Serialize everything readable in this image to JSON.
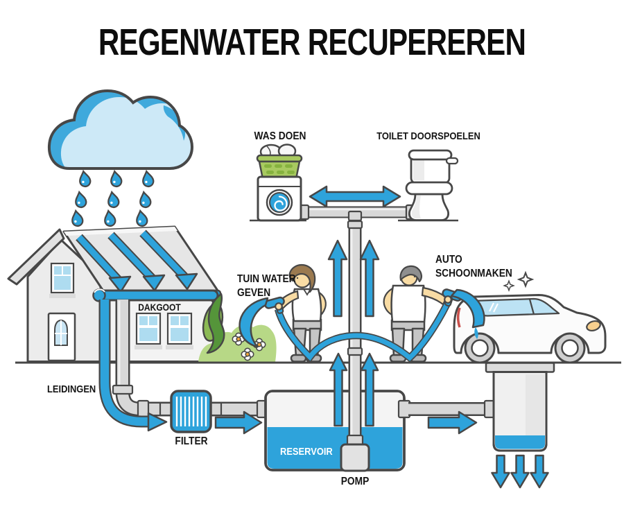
{
  "title": "REGENWATER RECUPEREREN",
  "labels": {
    "was_doen": "WAS DOEN",
    "toilet_doorspoelen": "TOILET DOORSPOELEN",
    "tuin_water_geven": {
      "line1": "TUIN WATER",
      "line2": "GEVEN"
    },
    "auto_schoonmaken": {
      "line1": "AUTO",
      "line2": "SCHOONMAKEN"
    },
    "dakgoot": "DAKGOOT",
    "leidingen": "LEIDINGEN",
    "filter": "FILTER",
    "reservoir": "RESERVOIR",
    "pomp": "POMP"
  },
  "colors": {
    "water_blue": "#2EA3DB",
    "cloud_light_blue": "#CDE9F7",
    "window_blue": "#AEDCF0",
    "outline_gray": "#474747",
    "pipe_gray": "#D8D8D8",
    "wall_gray": "#F0F0F0",
    "leaf_green": "#55953A",
    "moss_green": "#8CBA55",
    "mound_green": "#B7D886",
    "basket_green": "#A8CA60",
    "skin_tone": "#F9DCA4",
    "headlight_orange": "#F8D08E",
    "label_text": "#141414"
  },
  "icons": [
    "rain-cloud-icon",
    "rain-drops",
    "house-icon",
    "roof-gutter",
    "downpipe",
    "washing-machine-icon",
    "laundry-basket-icon",
    "toilet-icon",
    "woman-watering-figure",
    "man-washing-figure",
    "garden-hose",
    "garden-plants",
    "car-icon",
    "filter-icon",
    "reservoir-tank",
    "pump-icon",
    "infiltration-well",
    "water-flow-arrows"
  ]
}
